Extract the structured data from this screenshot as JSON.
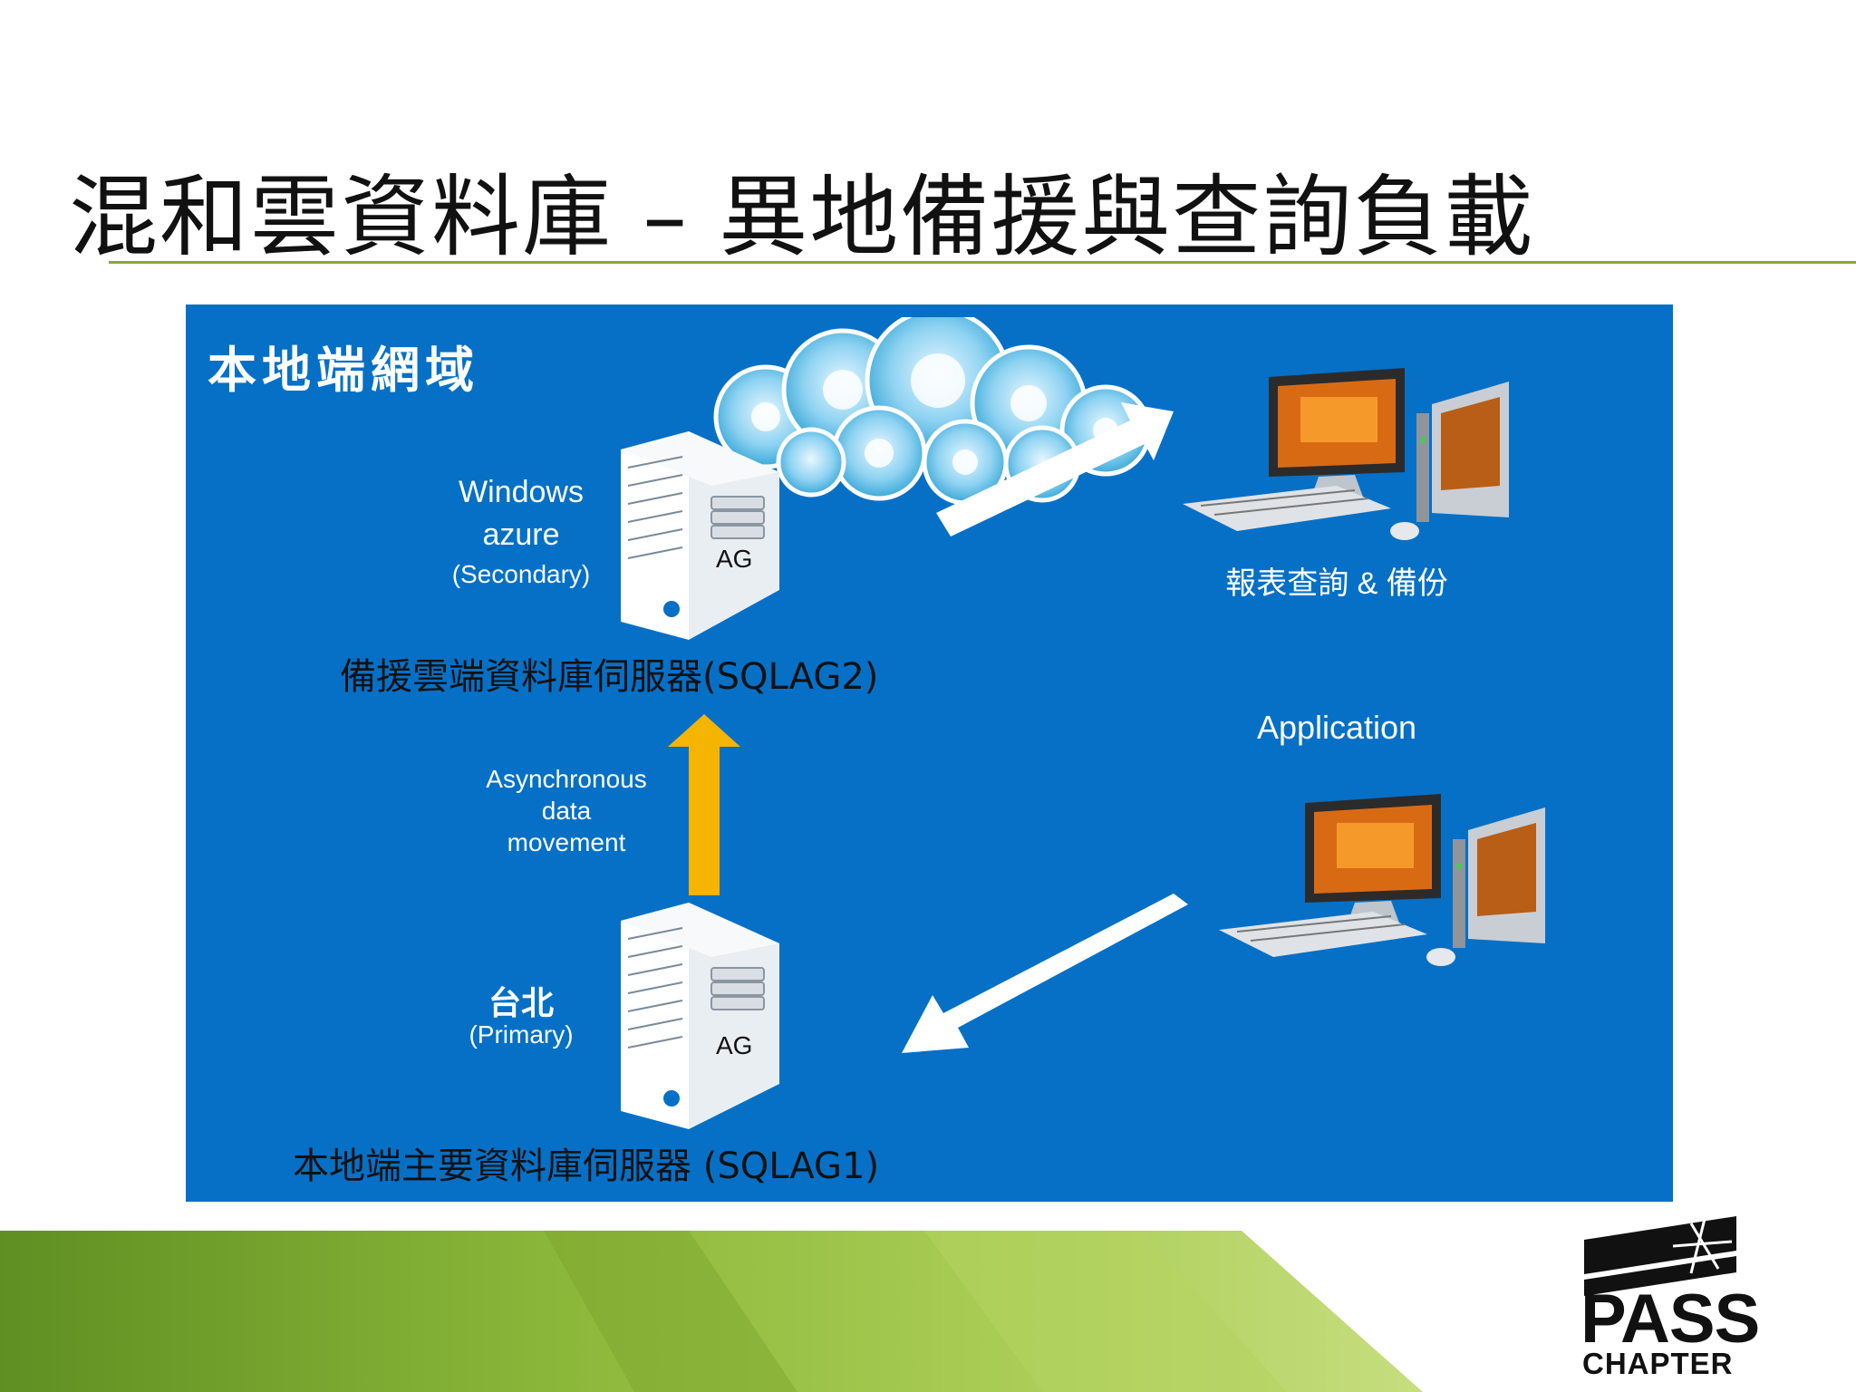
{
  "slide": {
    "title": "混和雲資料庫 – 異地備援與查詢負載"
  },
  "panel": {
    "title": "本地端網域"
  },
  "secondary": {
    "name_line1": "Windows",
    "name_line2": "azure",
    "role": "(Secondary)",
    "ag": "AG",
    "caption": "備援雲端資料庫伺服器(SQLAG2)"
  },
  "primary": {
    "name": "台北",
    "role": "(Primary)",
    "ag": "AG",
    "caption": "本地端主要資料庫伺服器 (SQLAG1)"
  },
  "movement": {
    "line1": "Asynchronous",
    "line2": "data",
    "line3": "movement"
  },
  "clients": {
    "report_label": "報表查詢 & 備份",
    "app_label": "Application"
  },
  "logo": {
    "word": "PASS",
    "sub": "CHAPTER"
  },
  "colors": {
    "panel": "#0570c6",
    "arrow_up": "#f5b400",
    "accent_line": "#8aa63c"
  }
}
